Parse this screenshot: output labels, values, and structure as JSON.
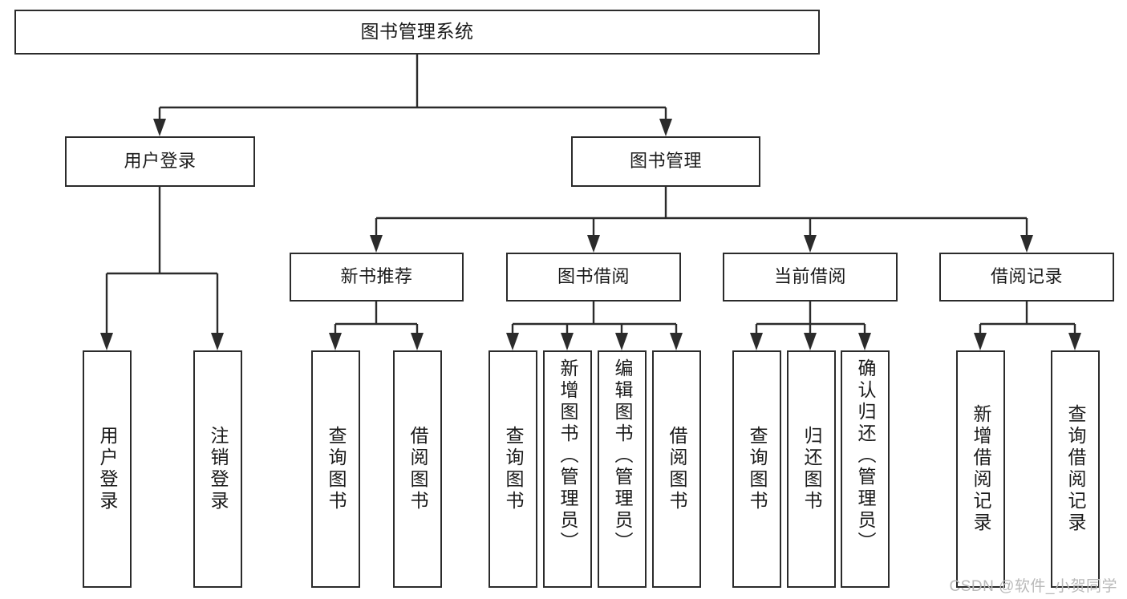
{
  "diagram": {
    "title": "图书管理系统",
    "type": "tree",
    "watermark": "CSDN @软件_小贺同学",
    "colors": {
      "stroke": "#2b2b2b",
      "fill": "#ffffff",
      "text": "#1a1a1a",
      "watermark": "#b9b9b9"
    },
    "nodes": {
      "root": {
        "label": "图书管理系统"
      },
      "level2": [
        {
          "id": "user-login",
          "label": "用户登录"
        },
        {
          "id": "book-management",
          "label": "图书管理"
        }
      ],
      "level3": [
        {
          "id": "new-book-recommend",
          "label": "新书推荐"
        },
        {
          "id": "book-borrow",
          "label": "图书借阅"
        },
        {
          "id": "current-borrow",
          "label": "当前借阅"
        },
        {
          "id": "borrow-record",
          "label": "借阅记录"
        }
      ],
      "leaves": {
        "user_login": [
          {
            "id": "leaf-user-login",
            "label": "用户登录"
          },
          {
            "id": "leaf-logout-login",
            "label": "注销登录"
          }
        ],
        "new_book_recommend": [
          {
            "id": "leaf-query-book-1",
            "label": "查询图书"
          },
          {
            "id": "leaf-borrow-book-1",
            "label": "借阅图书"
          }
        ],
        "book_borrow": [
          {
            "id": "leaf-query-book-2",
            "label": "查询图书"
          },
          {
            "id": "leaf-add-book",
            "label": "新增图书（管理员）"
          },
          {
            "id": "leaf-edit-book",
            "label": "编辑图书（管理员）"
          },
          {
            "id": "leaf-borrow-book-2",
            "label": "借阅图书"
          }
        ],
        "current_borrow": [
          {
            "id": "leaf-query-book-3",
            "label": "查询图书"
          },
          {
            "id": "leaf-return-book",
            "label": "归还图书"
          },
          {
            "id": "leaf-confirm-return",
            "label": "确认归还（管理员）"
          }
        ],
        "borrow_record": [
          {
            "id": "leaf-add-record",
            "label": "新增借阅记录"
          },
          {
            "id": "leaf-query-record",
            "label": "查询借阅记录"
          }
        ]
      }
    }
  }
}
